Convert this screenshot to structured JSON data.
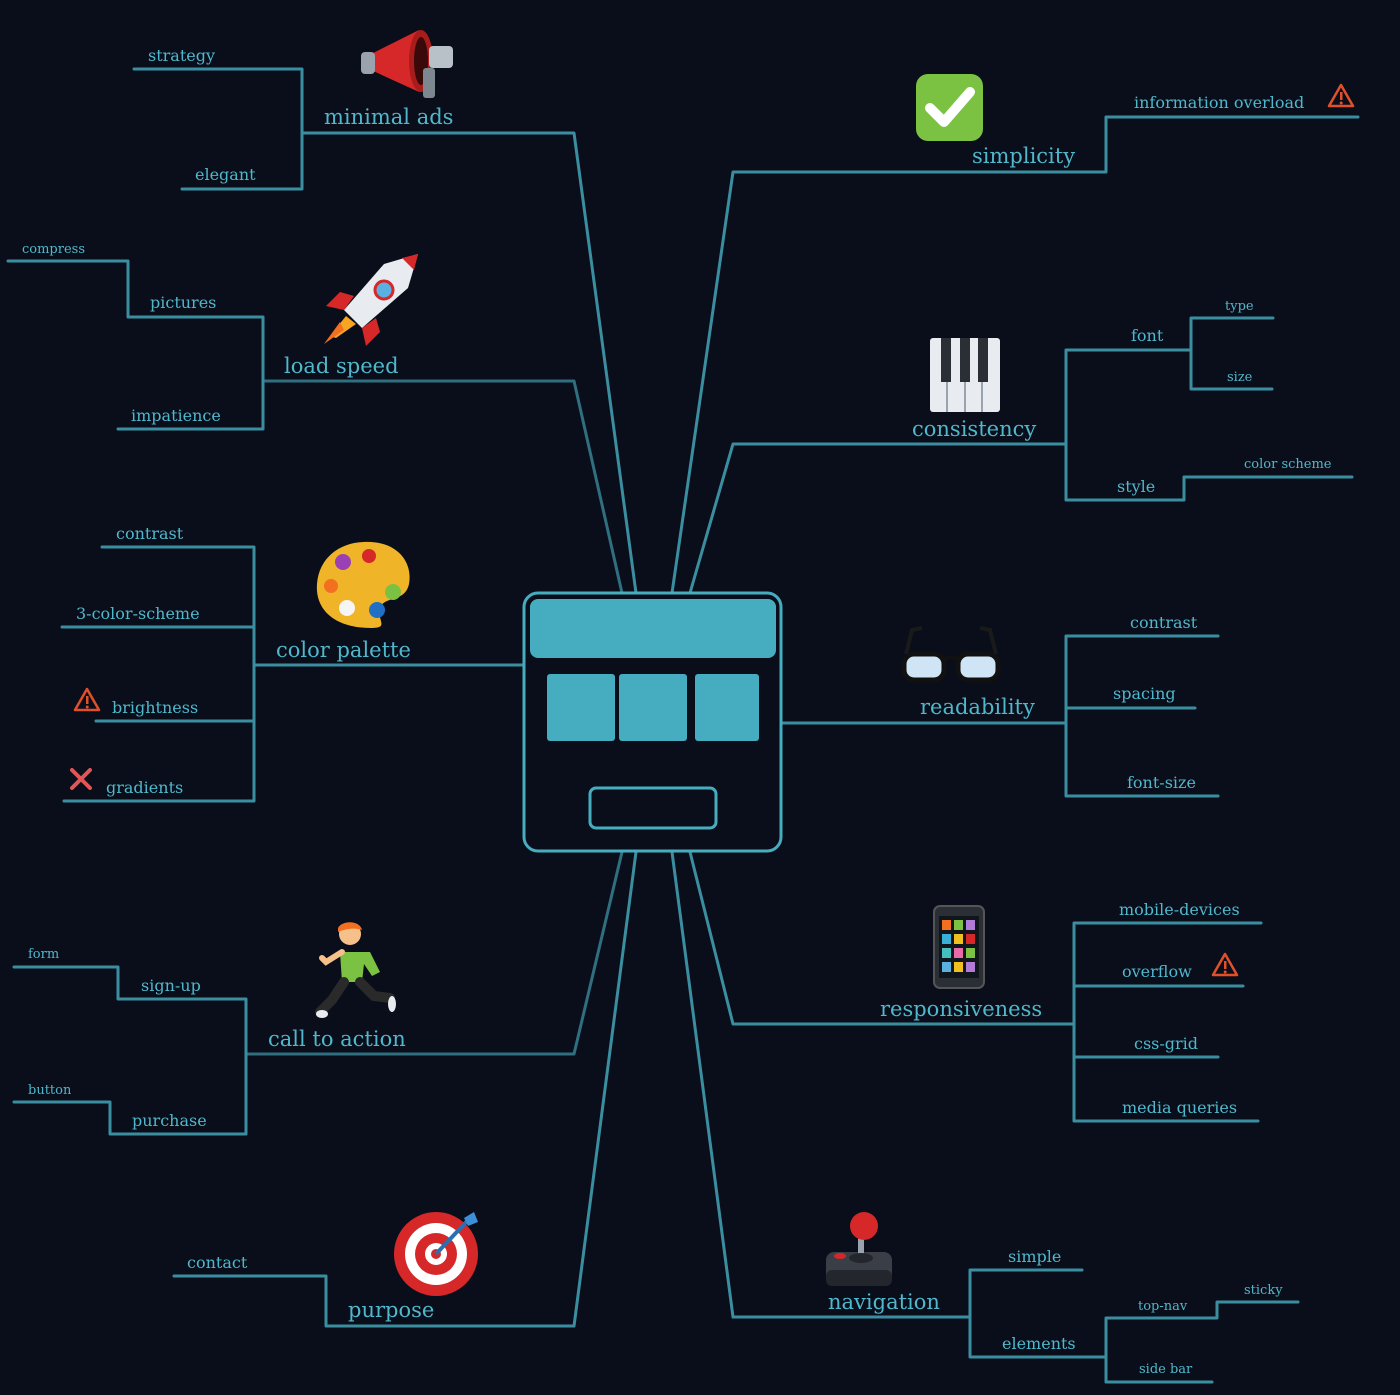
{
  "center": {
    "icon": "website-layout-icon"
  },
  "colors": {
    "background": "#0a0e1a",
    "line": "#3b8ea0",
    "text": "#4fb8cc",
    "center_fill": "#45adbf",
    "warning": "#e0502a",
    "cross": "#e05555"
  },
  "branches": {
    "minimal_ads": {
      "label": "minimal ads",
      "icon": "megaphone-icon",
      "children": {
        "strategy": "strategy",
        "elegant": "elegant"
      }
    },
    "load_speed": {
      "label": "load speed",
      "icon": "rocket-icon",
      "children": {
        "pictures": "pictures",
        "compress": "compress",
        "impatience": "impatience"
      }
    },
    "color_palette": {
      "label": "color palette",
      "icon": "palette-icon",
      "children": {
        "contrast": "contrast",
        "scheme": "3-color-scheme",
        "brightness": "brightness",
        "gradients": "gradients"
      }
    },
    "call_to_action": {
      "label": "call to action",
      "icon": "running-person-icon",
      "children": {
        "signup": "sign-up",
        "form": "form",
        "purchase": "purchase",
        "button": "button"
      }
    },
    "purpose": {
      "label": "purpose",
      "icon": "bullseye-dart-icon",
      "children": {
        "contact": "contact"
      }
    },
    "simplicity": {
      "label": "simplicity",
      "icon": "check-mark-icon",
      "children": {
        "overload": "information overload"
      }
    },
    "consistency": {
      "label": "consistency",
      "icon": "piano-keys-icon",
      "children": {
        "font": "font",
        "type": "type",
        "size": "size",
        "style": "style",
        "color_scheme": "color scheme"
      }
    },
    "readability": {
      "label": "readability",
      "icon": "glasses-icon",
      "children": {
        "contrast": "contrast",
        "spacing": "spacing",
        "font_size": "font-size"
      }
    },
    "responsiveness": {
      "label": "responsiveness",
      "icon": "smartphone-icon",
      "children": {
        "mobile": "mobile-devices",
        "overflow": "overflow",
        "css_grid": "css-grid",
        "media": "media queries"
      }
    },
    "navigation": {
      "label": "navigation",
      "icon": "joystick-icon",
      "children": {
        "simple": "simple",
        "elements": "elements",
        "top_nav": "top-nav",
        "sticky": "sticky",
        "side_bar": "side bar"
      }
    }
  },
  "markers": {
    "warning": "warning-icon",
    "cross": "cross-icon"
  }
}
